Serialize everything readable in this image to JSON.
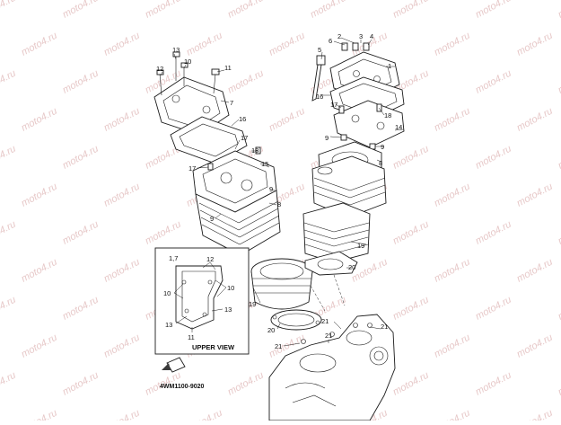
{
  "diagram": {
    "watermark_text": "moto4.ru",
    "part_code": "4WM1100-9020",
    "inset_title": "UPPER VIEW",
    "callouts": {
      "c1": "1",
      "c2": "2",
      "c3": "3",
      "c4": "4",
      "c5": "5",
      "c6": "6",
      "c7": "7",
      "c8": "8",
      "c9": "9",
      "c10": "10",
      "c11": "11",
      "c12": "12",
      "c13": "13",
      "c14": "14",
      "c15": "15",
      "c16": "16",
      "c17": "17",
      "c18": "18",
      "c19": "19",
      "c20": "20",
      "c21": "21",
      "c1_7": "1,7"
    }
  }
}
